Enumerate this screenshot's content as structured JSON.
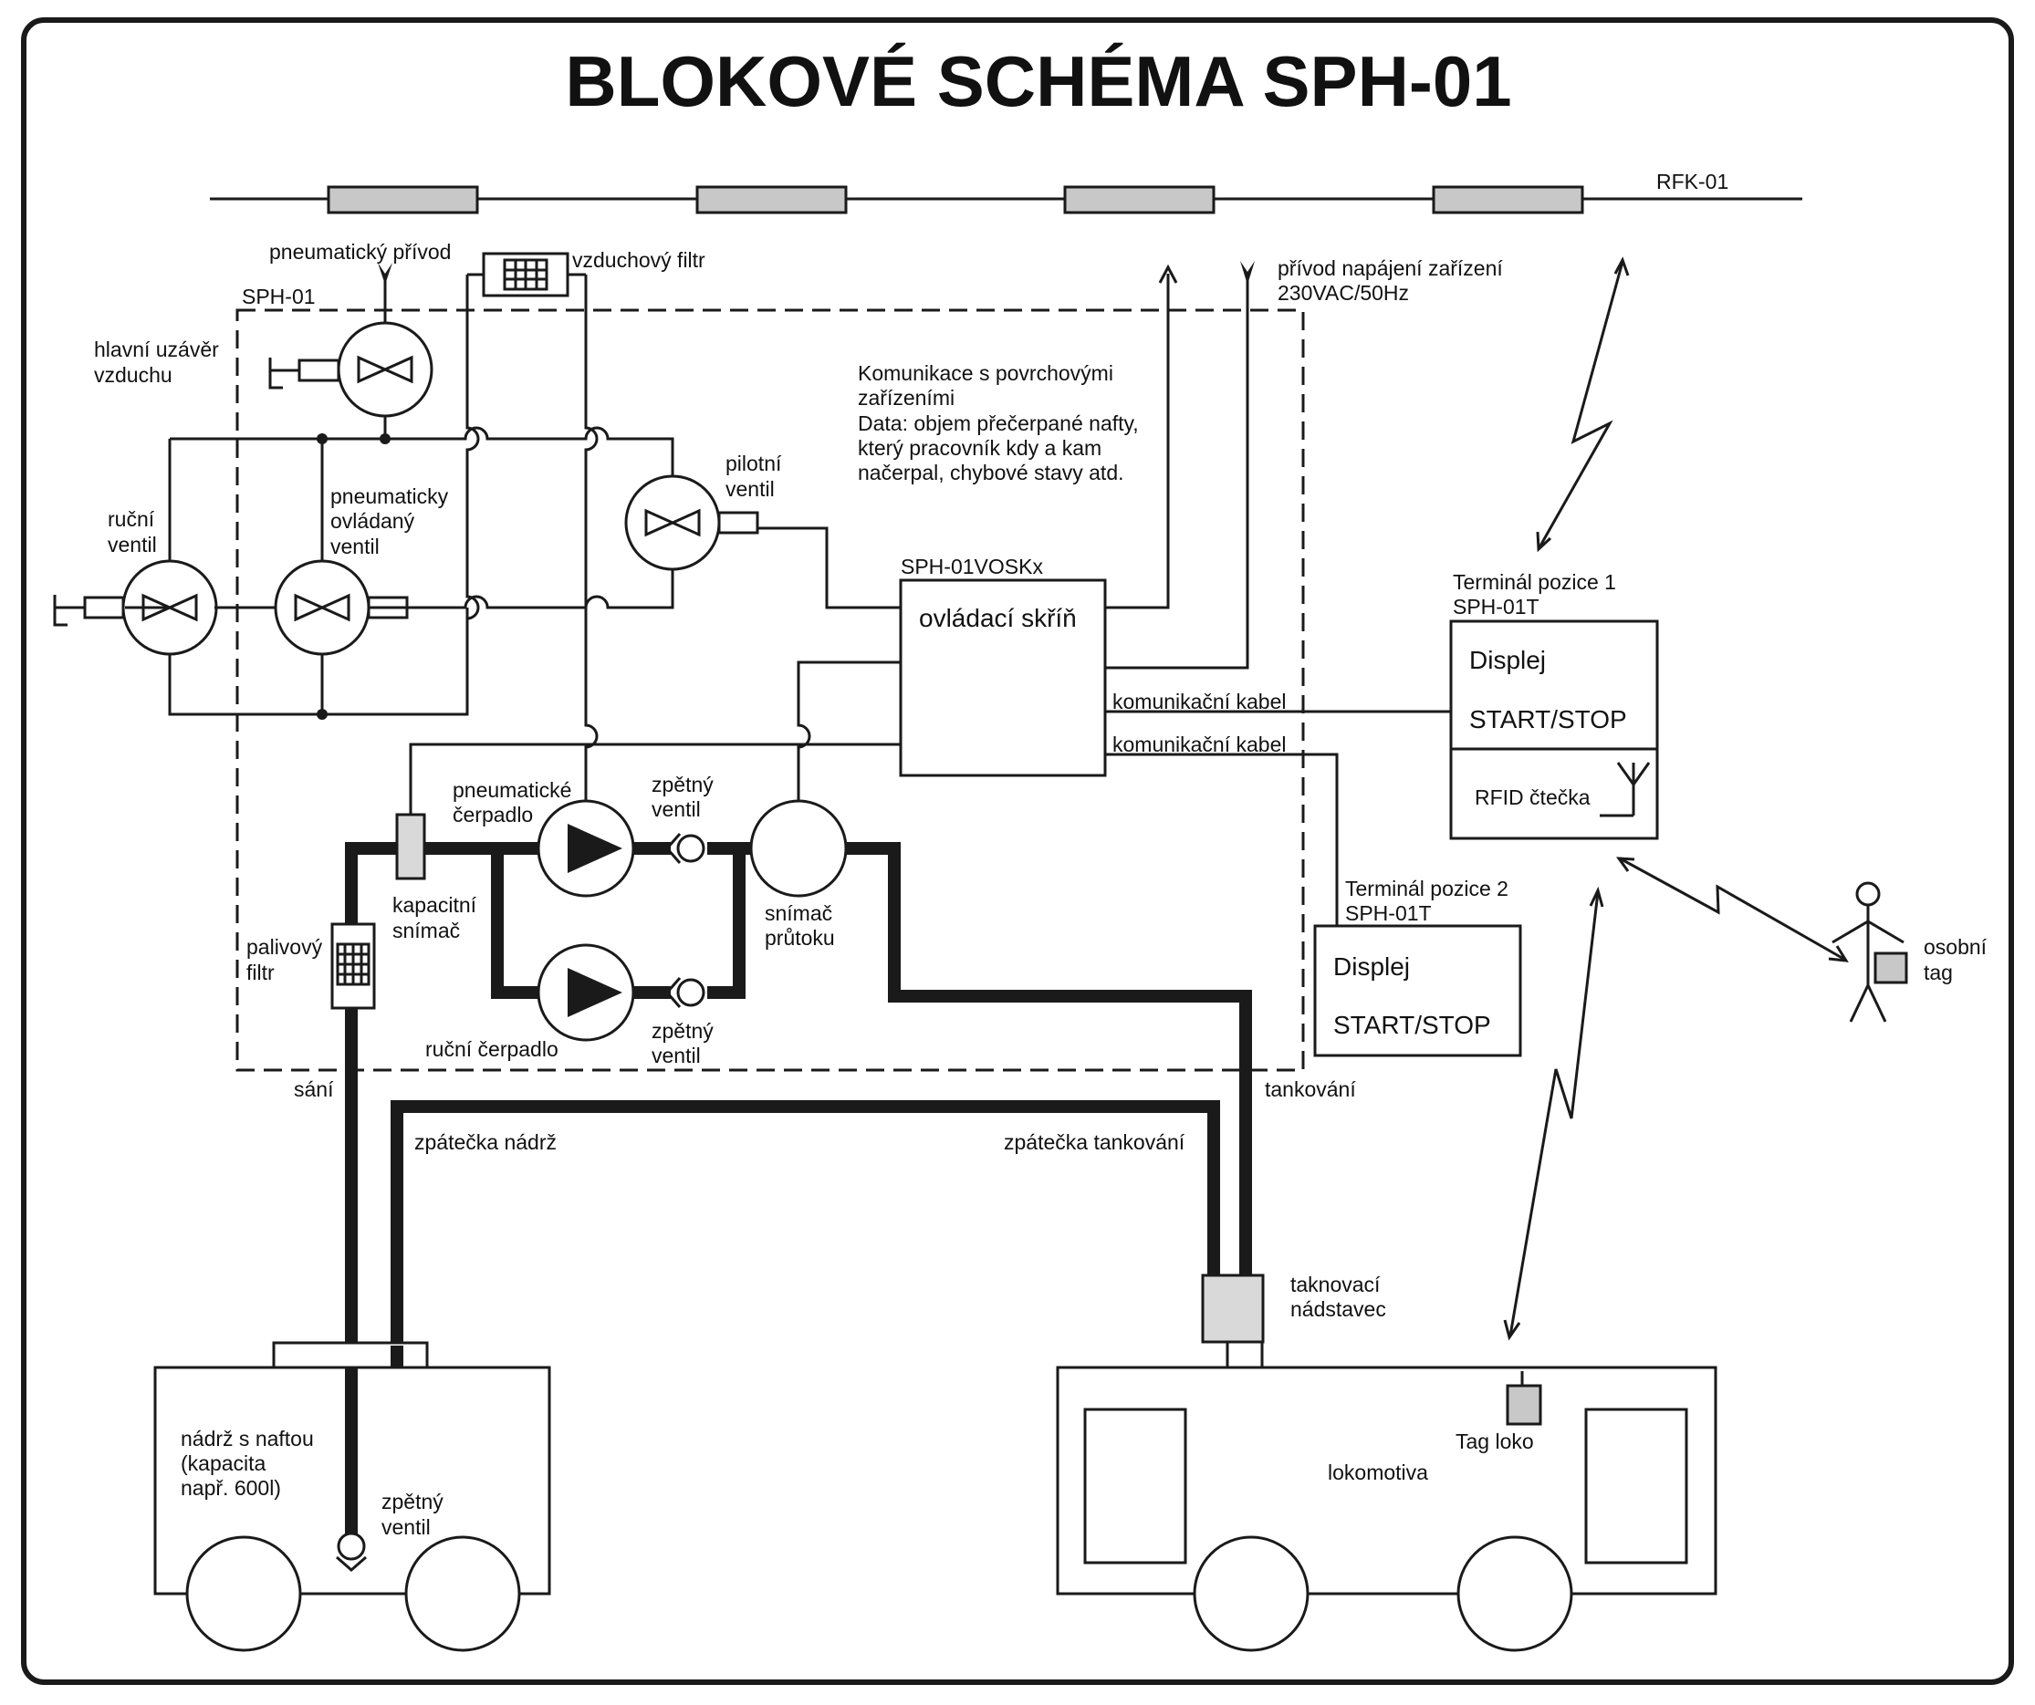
{
  "title": "BLOKOVÉ SCHÉMA SPH-01",
  "colors": {
    "line": "#1a1a1a",
    "segment_fill": "#c8c8c8",
    "device_fill": "#d9d9d9",
    "background": "#ffffff"
  },
  "bus": {
    "label": "RFK-01"
  },
  "system_label": "SPH-01",
  "air": {
    "supply": "pneumatický přívod",
    "filter": "vzduchový filtr",
    "main_valve": [
      "hlavní uzávěr",
      "vzduchu"
    ],
    "manual_valve": [
      "ruční",
      "ventil"
    ],
    "pneumatic_valve": [
      "pneumaticky",
      "ovládaný",
      "ventil"
    ],
    "pilot_valve": [
      "pilotní",
      "ventil"
    ]
  },
  "power": [
    "přívod napájení zařízení",
    "230VAC/50Hz"
  ],
  "communication_note": [
    "Komunikace s povrchovými",
    "zařízeními",
    "Data: objem přečerpané nafty,",
    "který pracovník kdy a kam",
    "načerpal, chybové stavy atd."
  ],
  "control": {
    "id": "SPH-01VOSKx",
    "label": "ovládací skříň"
  },
  "cables": [
    "komunikační kabel",
    "komunikační kabel"
  ],
  "terminal1": {
    "title": [
      "Terminál pozice 1",
      "SPH-01T"
    ],
    "display": "Displej",
    "button": "START/STOP",
    "reader": "RFID čtečka"
  },
  "terminal2": {
    "title": [
      "Terminál pozice 2",
      "SPH-01T"
    ],
    "display": "Displej",
    "button": "START/STOP"
  },
  "fuel": {
    "pneumatic_pump": [
      "pneumatické",
      "čerpadlo"
    ],
    "manual_pump": "ruční čerpadlo",
    "check_valve_top": [
      "zpětný",
      "ventil"
    ],
    "check_valve_bottom": [
      "zpětný",
      "ventil"
    ],
    "capacitive_sensor": [
      "kapacitní",
      "snímač"
    ],
    "fuel_filter": [
      "palivový",
      "filtr"
    ],
    "flow_sensor": [
      "snímač",
      "průtoku"
    ],
    "suction": "sání",
    "refueling": "tankování",
    "tank_return": "zpátečka nádrž",
    "refuel_return": "zpátečka tankování",
    "nozzle": [
      "taknovací",
      "nádstavec"
    ]
  },
  "tank": {
    "label": [
      "nádrž s naftou",
      "(kapacita",
      "např. 600l)"
    ],
    "check_valve": [
      "zpětný",
      "ventil"
    ]
  },
  "loco": {
    "label": "lokomotiva",
    "tag": "Tag loko"
  },
  "person": {
    "tag": [
      "osobní",
      "tag"
    ]
  }
}
